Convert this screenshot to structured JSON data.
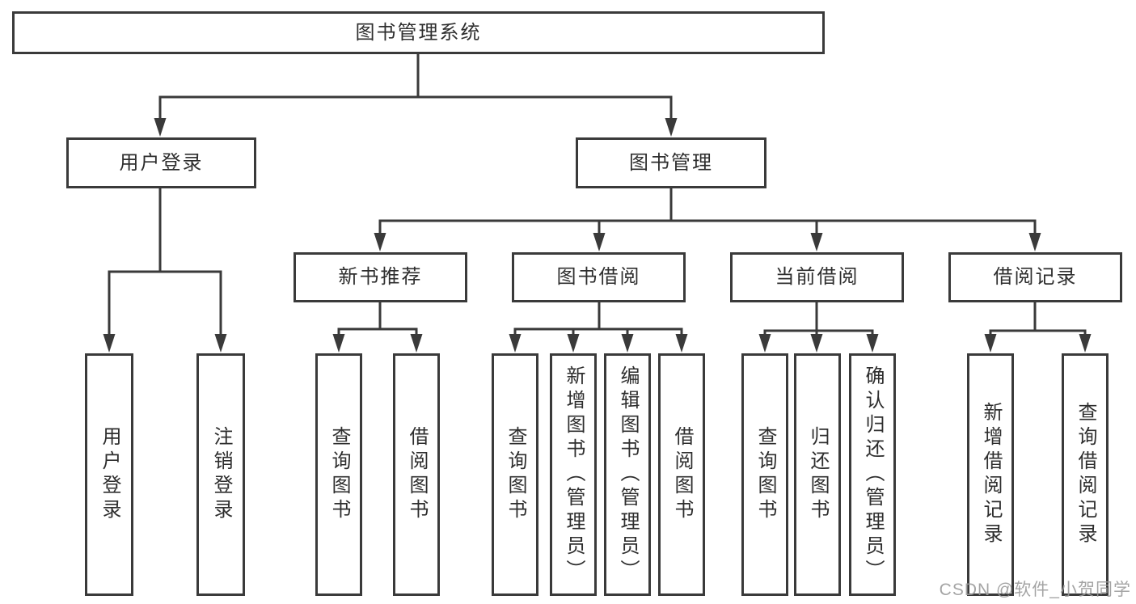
{
  "tree": {
    "label": "图书管理系统",
    "children": [
      {
        "label": "用户登录",
        "children": [
          {
            "label": "用户登录"
          },
          {
            "label": "注销登录"
          }
        ]
      },
      {
        "label": "图书管理",
        "children": [
          {
            "label": "新书推荐",
            "children": [
              {
                "label": "查询图书"
              },
              {
                "label": "借阅图书"
              }
            ]
          },
          {
            "label": "图书借阅",
            "children": [
              {
                "label": "查询图书"
              },
              {
                "label": "新增图书（管理员）"
              },
              {
                "label": "编辑图书（管理员）"
              },
              {
                "label": "借阅图书"
              }
            ]
          },
          {
            "label": "当前借阅",
            "children": [
              {
                "label": "查询图书"
              },
              {
                "label": "归还图书"
              },
              {
                "label": "确认归还（管理员）"
              }
            ]
          },
          {
            "label": "借阅记录",
            "children": [
              {
                "label": "新增借阅记录"
              },
              {
                "label": "查询借阅记录"
              }
            ]
          }
        ]
      }
    ]
  },
  "watermark": {
    "text": "CSDN @软件_小贺同学"
  },
  "colors": {
    "line": "#3a3a3a",
    "text": "#2e2e2e",
    "watermark": "#9b9b9b",
    "background": "#ffffff"
  }
}
